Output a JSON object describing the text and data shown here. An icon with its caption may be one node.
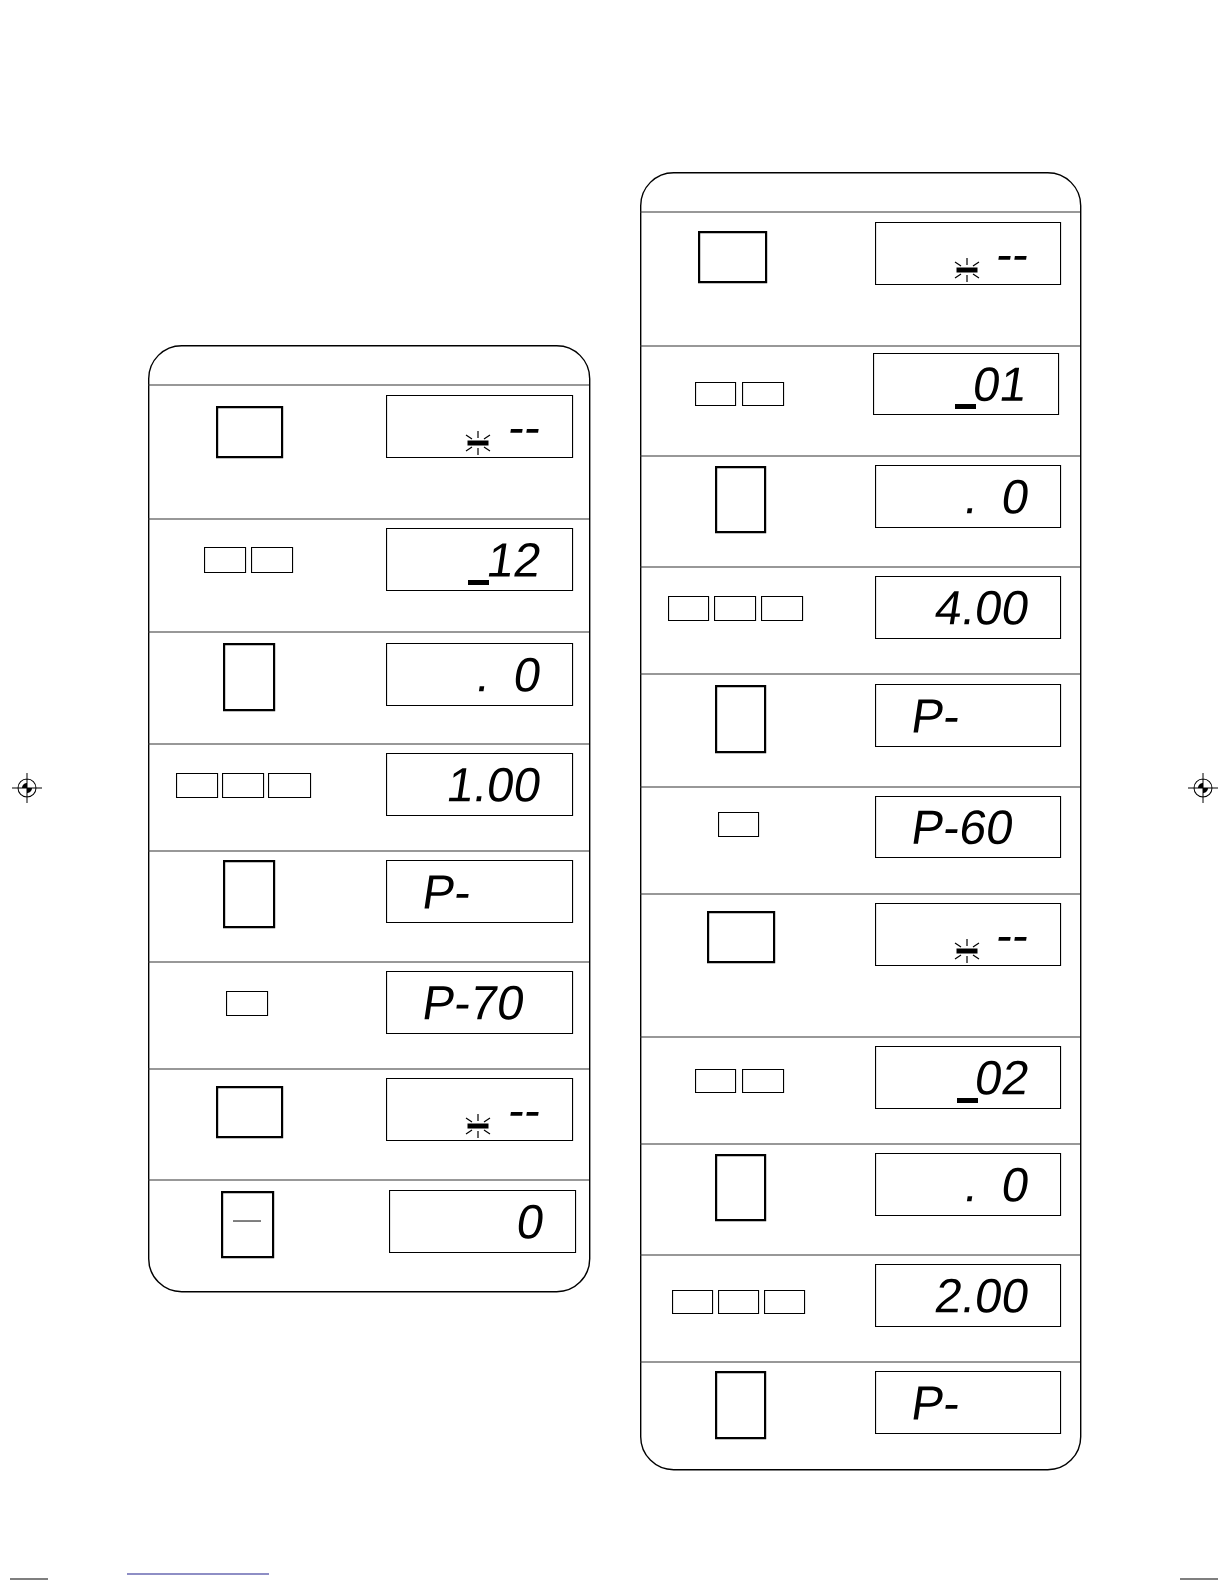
{
  "diagram": {
    "nodes": [
      {
        "text": [],
        "shape": "box"
      },
      {
        "text": [],
        "shape": "box",
        "in": 0
      },
      {
        "text": [
          "--"
        ],
        "in": 0
      },
      {
        "text": [],
        "shape": "box",
        "in": 0
      },
      {
        "text": [],
        "shape": "box",
        "in": 0
      },
      {
        "text": [
          "12"
        ],
        "in": 0
      },
      {
        "text": [],
        "shape": "box",
        "in": 0
      },
      {
        "text": [
          ". 0"
        ],
        "in": 0
      },
      {
        "text": [],
        "shape": "box",
        "in": 0
      },
      {
        "text": [],
        "shape": "box",
        "in": 0
      },
      {
        "text": [],
        "shape": "box",
        "in": 0
      },
      {
        "text": [
          "1.00"
        ],
        "in": 0
      },
      {
        "text": [],
        "shape": "box",
        "in": 0
      },
      {
        "text": [
          "P-"
        ],
        "in": 0
      },
      {
        "text": [],
        "shape": "box",
        "in": 0
      },
      {
        "text": [
          "P-70"
        ],
        "in": 0
      },
      {
        "text": [],
        "shape": "box",
        "in": 0
      },
      {
        "text": [
          "--"
        ],
        "in": 0
      },
      {
        "text": [],
        "shape": "box",
        "in": 0
      },
      {
        "text": [
          "0"
        ],
        "in": 0
      },
      {
        "text": [],
        "shape": "box"
      },
      {
        "text": [],
        "shape": "box",
        "in": 20
      },
      {
        "text": [
          "--"
        ],
        "in": 20
      },
      {
        "text": [],
        "shape": "box",
        "in": 20
      },
      {
        "text": [],
        "shape": "box",
        "in": 20
      },
      {
        "text": [
          "01"
        ],
        "in": 20
      },
      {
        "text": [],
        "shape": "box",
        "in": 20
      },
      {
        "text": [
          ". 0"
        ],
        "in": 20
      },
      {
        "text": [],
        "shape": "box",
        "in": 20
      },
      {
        "text": [],
        "shape": "box",
        "in": 20
      },
      {
        "text": [],
        "shape": "box",
        "in": 20
      },
      {
        "text": [
          "4.00"
        ],
        "in": 20
      },
      {
        "text": [],
        "shape": "box",
        "in": 20
      },
      {
        "text": [
          "P-"
        ],
        "in": 20
      },
      {
        "text": [],
        "shape": "box",
        "in": 20
      },
      {
        "text": [
          "P-60"
        ],
        "in": 20
      },
      {
        "text": [],
        "shape": "box",
        "in": 20
      },
      {
        "text": [
          "--"
        ],
        "in": 20
      },
      {
        "text": [],
        "shape": "box",
        "in": 20
      },
      {
        "text": [],
        "shape": "box",
        "in": 20
      },
      {
        "text": [
          "02"
        ],
        "in": 20
      },
      {
        "text": [],
        "shape": "box",
        "in": 20
      },
      {
        "text": [
          ". 0"
        ],
        "in": 20
      },
      {
        "text": [],
        "shape": "box",
        "in": 20
      },
      {
        "text": [],
        "shape": "box",
        "in": 20
      },
      {
        "text": [],
        "shape": "box",
        "in": 20
      },
      {
        "text": [
          "2.00"
        ],
        "in": 20
      },
      {
        "text": [],
        "shape": "box",
        "in": 20
      },
      {
        "text": [
          "P-"
        ],
        "in": 20
      }
    ]
  }
}
